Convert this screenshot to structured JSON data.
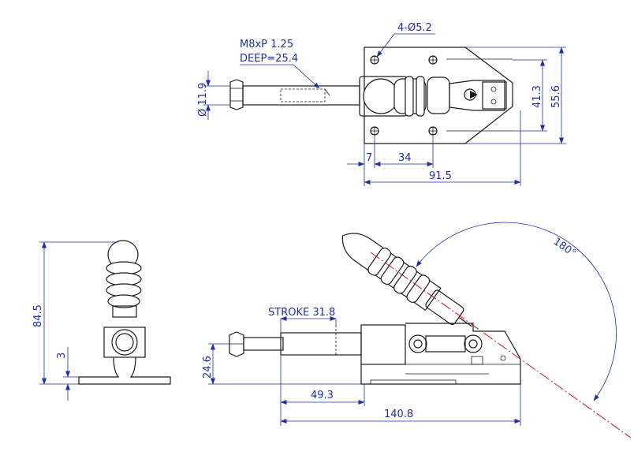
{
  "colors": {
    "dimension": "#1f2fa8",
    "part": "#1a1a1a",
    "center_line": "#c8181c",
    "background": "#ffffff"
  },
  "annotations": {
    "thread_spec": "M8xP 1.25",
    "thread_depth": "DEEP=25.4",
    "hole_spec": "4-Ø5.2",
    "diameter": "Ø 11.9",
    "height_overall_top": "55.6",
    "hole_spacing_vertical": "41.3",
    "offset_edge": "7",
    "hole_spacing_horizontal": "34",
    "length_top": "91.5",
    "angle": "180°",
    "height_side": "84.5",
    "base_thickness": "3",
    "stroke": "STROKE 31.8",
    "height_plunger": "24.6",
    "length_plunger": "49.3",
    "length_overall": "140.8"
  }
}
